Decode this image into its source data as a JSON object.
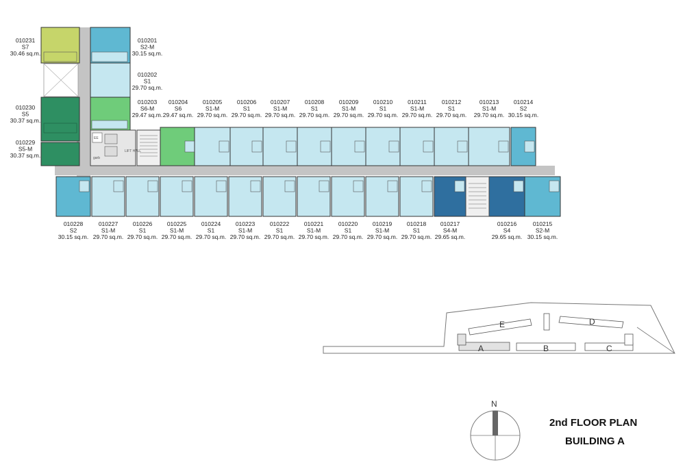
{
  "title": {
    "line1": "2nd FLOOR PLAN",
    "line2": "BUILDING A"
  },
  "compass": {
    "north": "N"
  },
  "core": {
    "lift_hall": "LIFT HALL",
    "ee": "EE",
    "garbage": "garb"
  },
  "site_plan": {
    "blocks": [
      "A",
      "B",
      "C",
      "D",
      "E"
    ]
  },
  "colors": {
    "S": "#c5e7f0",
    "S2": "#5fb8d2",
    "S4": "#2f6f9f",
    "S5": "#2e8f62",
    "S6": "#6fcc7a",
    "S7": "#c6d56a",
    "corridor": "#c4c4c4"
  },
  "units_north_top": [
    {
      "id": "010204",
      "type": "S6",
      "area": "29.47 sq.m."
    },
    {
      "id": "010205",
      "type": "S1-M",
      "area": "29.70 sq.m."
    },
    {
      "id": "010206",
      "type": "S1",
      "area": "29.70 sq.m."
    },
    {
      "id": "010207",
      "type": "S1-M",
      "area": "29.70 sq.m."
    },
    {
      "id": "010208",
      "type": "S1",
      "area": "29.70 sq.m."
    },
    {
      "id": "010209",
      "type": "S1-M",
      "area": "29.70 sq.m."
    },
    {
      "id": "010210",
      "type": "S1",
      "area": "29.70 sq.m."
    },
    {
      "id": "010211",
      "type": "S1-M",
      "area": "29.70 sq.m."
    },
    {
      "id": "010212",
      "type": "S1",
      "area": "29.70 sq.m."
    },
    {
      "id": "010213",
      "type": "S1-M",
      "area": "29.70 sq.m."
    },
    {
      "id": "010214",
      "type": "S2",
      "area": "30.15 sq.m."
    }
  ],
  "units_south": [
    {
      "id": "010228",
      "type": "S2",
      "area": "30.15 sq.m."
    },
    {
      "id": "010227",
      "type": "S1-M",
      "area": "29.70 sq.m."
    },
    {
      "id": "010226",
      "type": "S1",
      "area": "29.70 sq.m."
    },
    {
      "id": "010225",
      "type": "S1-M",
      "area": "29.70 sq.m."
    },
    {
      "id": "010224",
      "type": "S1",
      "area": "29.70 sq.m."
    },
    {
      "id": "010223",
      "type": "S1-M",
      "area": "29.70 sq.m."
    },
    {
      "id": "010222",
      "type": "S1",
      "area": "29.70 sq.m."
    },
    {
      "id": "010221",
      "type": "S1-M",
      "area": "29.70 sq.m."
    },
    {
      "id": "010220",
      "type": "S1",
      "area": "29.70 sq.m."
    },
    {
      "id": "010219",
      "type": "S1-M",
      "area": "29.70 sq.m."
    },
    {
      "id": "010218",
      "type": "S1",
      "area": "29.70 sq.m."
    },
    {
      "id": "010217",
      "type": "S4-M",
      "area": "29.65 sq.m."
    },
    {
      "id": "010216",
      "type": "S4",
      "area": "29.65 sq.m."
    },
    {
      "id": "010215",
      "type": "S2-M",
      "area": "30.15 sq.m."
    }
  ],
  "units_left": [
    {
      "id": "010231",
      "type": "S7",
      "area": "30.46 sq.m."
    },
    {
      "id": "010230",
      "type": "S5",
      "area": "30.37 sq.m."
    },
    {
      "id": "010229",
      "type": "S5-M",
      "area": "30.37 sq.m."
    }
  ],
  "units_right": [
    {
      "id": "010201",
      "type": "S2-M",
      "area": "30.15 sq.m."
    },
    {
      "id": "010202",
      "type": "S1",
      "area": "29.70 sq.m."
    },
    {
      "id": "010203",
      "type": "S6-M",
      "area": "29.47 sq.m."
    }
  ]
}
